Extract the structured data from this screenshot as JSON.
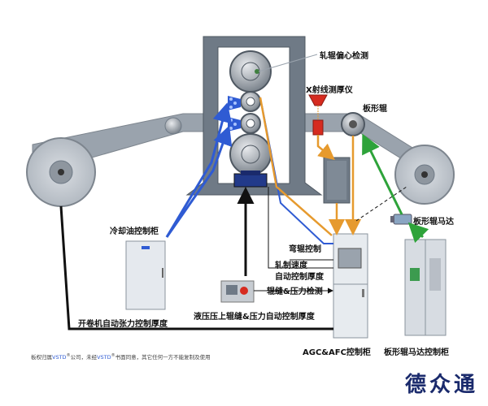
{
  "labels": {
    "eccentric": "轧辊偏心检测",
    "xray": "X射线测厚仪",
    "flatness_roll": "板形辊",
    "coolant_cabinet": "冷却油控制柜",
    "flatness_motor": "板形辊马达",
    "bending": "弯辊控制",
    "speed": "轧制速度",
    "thickness_auto": "自动控制厚度",
    "gap_pressure": "辊缝&压力检测",
    "hydraulic": "液压压上辊缝&压力自动控制厚度",
    "uncoiler": "开卷机自动张力控制厚度",
    "agc": "AGC&AFC控制柜",
    "flatness_cabinet": "板形辊马达控制柜"
  },
  "footnote": {
    "part1": "板权归属",
    "brand1": "VSTD",
    "reg": "®",
    "part2": "公司，未经",
    "brand2": "VSTD",
    "part3": "书面同意，其它任何一方不能复制及使用"
  },
  "brand": "德众通",
  "colors": {
    "blue": "#2f5bd3",
    "orange": "#e69a2e",
    "green": "#2ea33a",
    "black": "#111111",
    "stand": "#6f7a86",
    "strip": "#9aa3ad"
  }
}
